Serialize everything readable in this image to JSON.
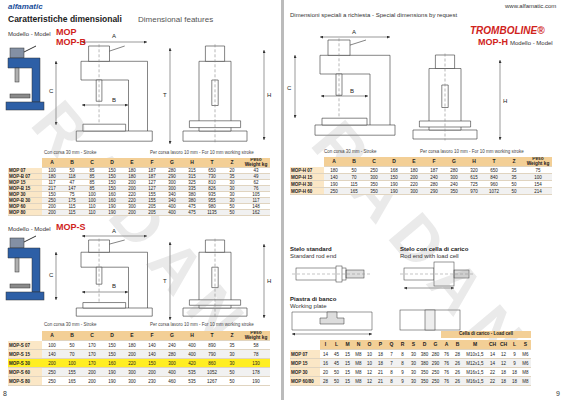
{
  "diagram": {
    "labels": [
      "alfamatic",
      "Caratteristiche dimensionali",
      "Dimensional features",
      "Modello - Model",
      "MOP",
      "MOP-B",
      "A",
      "B",
      "C",
      "H",
      "T",
      "Con corsa 30 mm - Stroke",
      "Per corsa lavoro 10 mm - For 10 mm working stroke",
      "A",
      "B",
      "C",
      "D",
      "E",
      "F",
      "G",
      "H",
      "T",
      "Z",
      "Peso Weight kg",
      "MOP 07",
      "100",
      "50",
      "85",
      "150",
      "180",
      "187",
      "280",
      "315",
      "650",
      "20",
      "43",
      "MOP-B 07",
      "180",
      "118",
      "85",
      "150",
      "180",
      "187",
      "290",
      "315",
      "730",
      "35",
      "49",
      "MOP 15",
      "117",
      "47",
      "85",
      "150",
      "200",
      "127",
      "300",
      "325",
      "810",
      "30",
      "62",
      "MOP-B 15",
      "217",
      "147",
      "85",
      "150",
      "200",
      "127",
      "300",
      "335",
      "826",
      "30",
      "76",
      "MOP 30",
      "150",
      "75",
      "100",
      "160",
      "220",
      "155",
      "340",
      "380",
      "935",
      "30",
      "105",
      "MOP-B 30",
      "250",
      "175",
      "100",
      "160",
      "220",
      "155",
      "340",
      "380",
      "955",
      "30",
      "117",
      "MOP 60",
      "200",
      "115",
      "110",
      "190",
      "300",
      "205",
      "400",
      "475",
      "980",
      "50",
      "148",
      "MOP 80",
      "200",
      "115",
      "110",
      "190",
      "200",
      "205",
      "400",
      "475",
      "1135",
      "50",
      "162",
      "Modello - Model",
      "MOP-S",
      "A",
      "B",
      "C",
      "H",
      "T",
      "Con corsa 30 mm - Stroke",
      "Per corsa lavoro 10 mm - For 10 mm working stroke",
      "A",
      "B",
      "C",
      "D",
      "E",
      "F",
      "G",
      "H",
      "T",
      "Z",
      "Peso Weight kg",
      "MOP-S 07",
      "100",
      "50",
      "170",
      "150",
      "180",
      "140",
      "240",
      "400",
      "890",
      "35",
      "58",
      "MOP-S 15",
      "140",
      "70",
      "170",
      "150",
      "200",
      "140",
      "280",
      "400",
      "790",
      "30",
      "78",
      "MOP-S 30",
      "200",
      "100",
      "170",
      "160",
      "220",
      "150",
      "300",
      "420",
      "860",
      "30",
      "130",
      "MOP-S 60",
      "250",
      "155",
      "200",
      "190",
      "300",
      "200",
      "400",
      "535",
      "1052",
      "50",
      "178",
      "MOP-S 80",
      "250",
      "165",
      "200",
      "190",
      "300",
      "230",
      "460",
      "535",
      "1267",
      "50",
      "190",
      "8",
      "RADAN",
      "Dimensioni speciali a richiesta - Special dimensions by request",
      "www.alfamatic.com",
      "TROMBOLINE®",
      "MOP-H",
      "Modello - Model",
      "A",
      "B",
      "C",
      "H",
      "Con corsa 30 mm - Stroke",
      "Per corsa lavoro 10 mm - For 10 mm working stroke",
      "A",
      "B",
      "C",
      "D",
      "E",
      "F",
      "G",
      "H",
      "T",
      "Z",
      "Peso Weight kg",
      "MOP-H 07",
      "180",
      "50",
      "250",
      "168",
      "180",
      "187",
      "280",
      "320",
      "650",
      "35",
      "75",
      "MOP-H 15",
      "140",
      "70",
      "300",
      "150",
      "200",
      "240",
      "300",
      "615",
      "840",
      "35",
      "100",
      "MOP-H 30",
      "190",
      "115",
      "350",
      "190",
      "220",
      "280",
      "240",
      "725",
      "960",
      "50",
      "154",
      "MOP-H 60",
      "250",
      "165",
      "350",
      "190",
      "300",
      "290",
      "350",
      "970",
      "1072",
      "50",
      "214",
      "Stelo standard",
      "Standard rod end",
      "Stelo con cella di carico",
      "Rod end with load cell",
      "Piastra di banco",
      "Working plate",
      "Cella di carico - Load cell",
      "I",
      "L",
      "M",
      "N",
      "O",
      "P",
      "Q",
      "R",
      "S",
      "D",
      "G",
      "A",
      "B",
      "M",
      "CH",
      "CH",
      "L",
      "S",
      "MOP 07",
      "14",
      "45",
      "15",
      "M8",
      "10",
      "18",
      "7",
      "8",
      "30",
      "380",
      "280",
      "76",
      "28",
      "M10x1,5",
      "14",
      "12",
      "9",
      "M6",
      "MOP 15",
      "16",
      "45",
      "15",
      "M8",
      "10",
      "18",
      "7",
      "8",
      "30",
      "380",
      "290",
      "76",
      "26",
      "M12x1,5",
      "14",
      "12",
      "9",
      "M6",
      "MOP 30",
      "20",
      "50",
      "15",
      "M8",
      "12",
      "21",
      "8",
      "9",
      "30",
      "350",
      "250",
      "76",
      "26",
      "M16x1,5",
      "22",
      "18",
      "18",
      "M8",
      "MOP 60/80",
      "28",
      "50",
      "15",
      "M8",
      "12",
      "21",
      "8",
      "9",
      "30",
      "350",
      "250",
      "76",
      "26",
      "M16x1,5",
      "22",
      "18",
      "18",
      "M8",
      "9",
      "RADAN"
    ]
  }
}
